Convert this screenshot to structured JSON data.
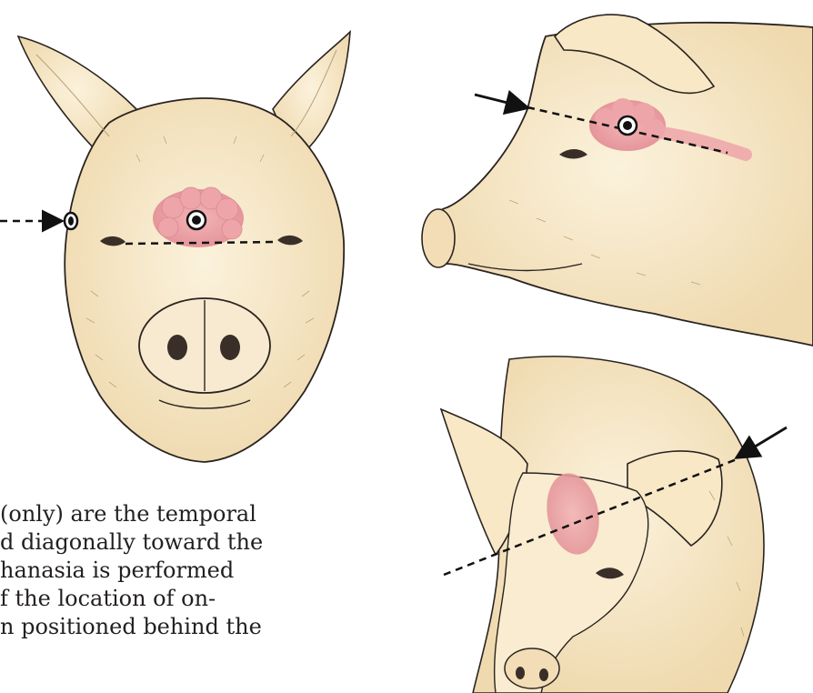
{
  "figure": {
    "title": "",
    "panels": [
      "front-view",
      "side-view",
      "oblique-view"
    ]
  },
  "caption": {
    "lines": [
      "(only) are the temporal",
      "d diagonally toward the",
      "hanasia is performed",
      "f the location of on-",
      "n positioned behind the"
    ]
  },
  "colors": {
    "skin": "#f6e6c4",
    "skin_shadow": "#e8cfa2",
    "outline": "#2a2420",
    "brain": "#e9a3a6",
    "brain_dark": "#d98a8f",
    "line": "#111111"
  }
}
